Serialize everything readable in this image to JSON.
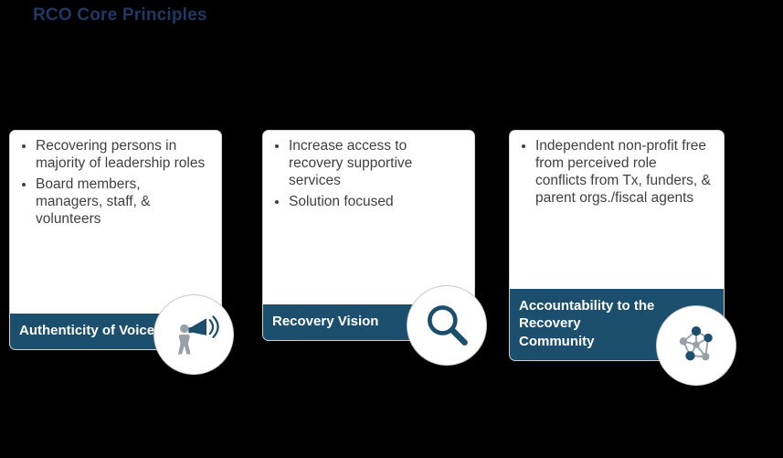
{
  "title": "RCO Core Principles",
  "colors": {
    "background": "#000000",
    "title_text": "#1F3864",
    "footer_accent": "#1C4F6E",
    "body_text": "#404040",
    "card_background": "#FFFFFF"
  },
  "cards": [
    {
      "bullets": [
        "Recovering persons in majority of leadership roles",
        "Board members, managers, staff, & volunteers"
      ],
      "footer": "Authenticity of Voice",
      "icon": "megaphone-person-icon"
    },
    {
      "bullets": [
        "Increase access to recovery supportive services",
        "Solution focused"
      ],
      "footer": "Recovery Vision",
      "icon": "magnifier-icon"
    },
    {
      "bullets": [
        "Independent non-profit free from perceived role conflicts from Tx, funders, & parent orgs./fiscal agents"
      ],
      "footer": "Accountability to the Recovery Community",
      "icon": "people-network-icon"
    }
  ]
}
